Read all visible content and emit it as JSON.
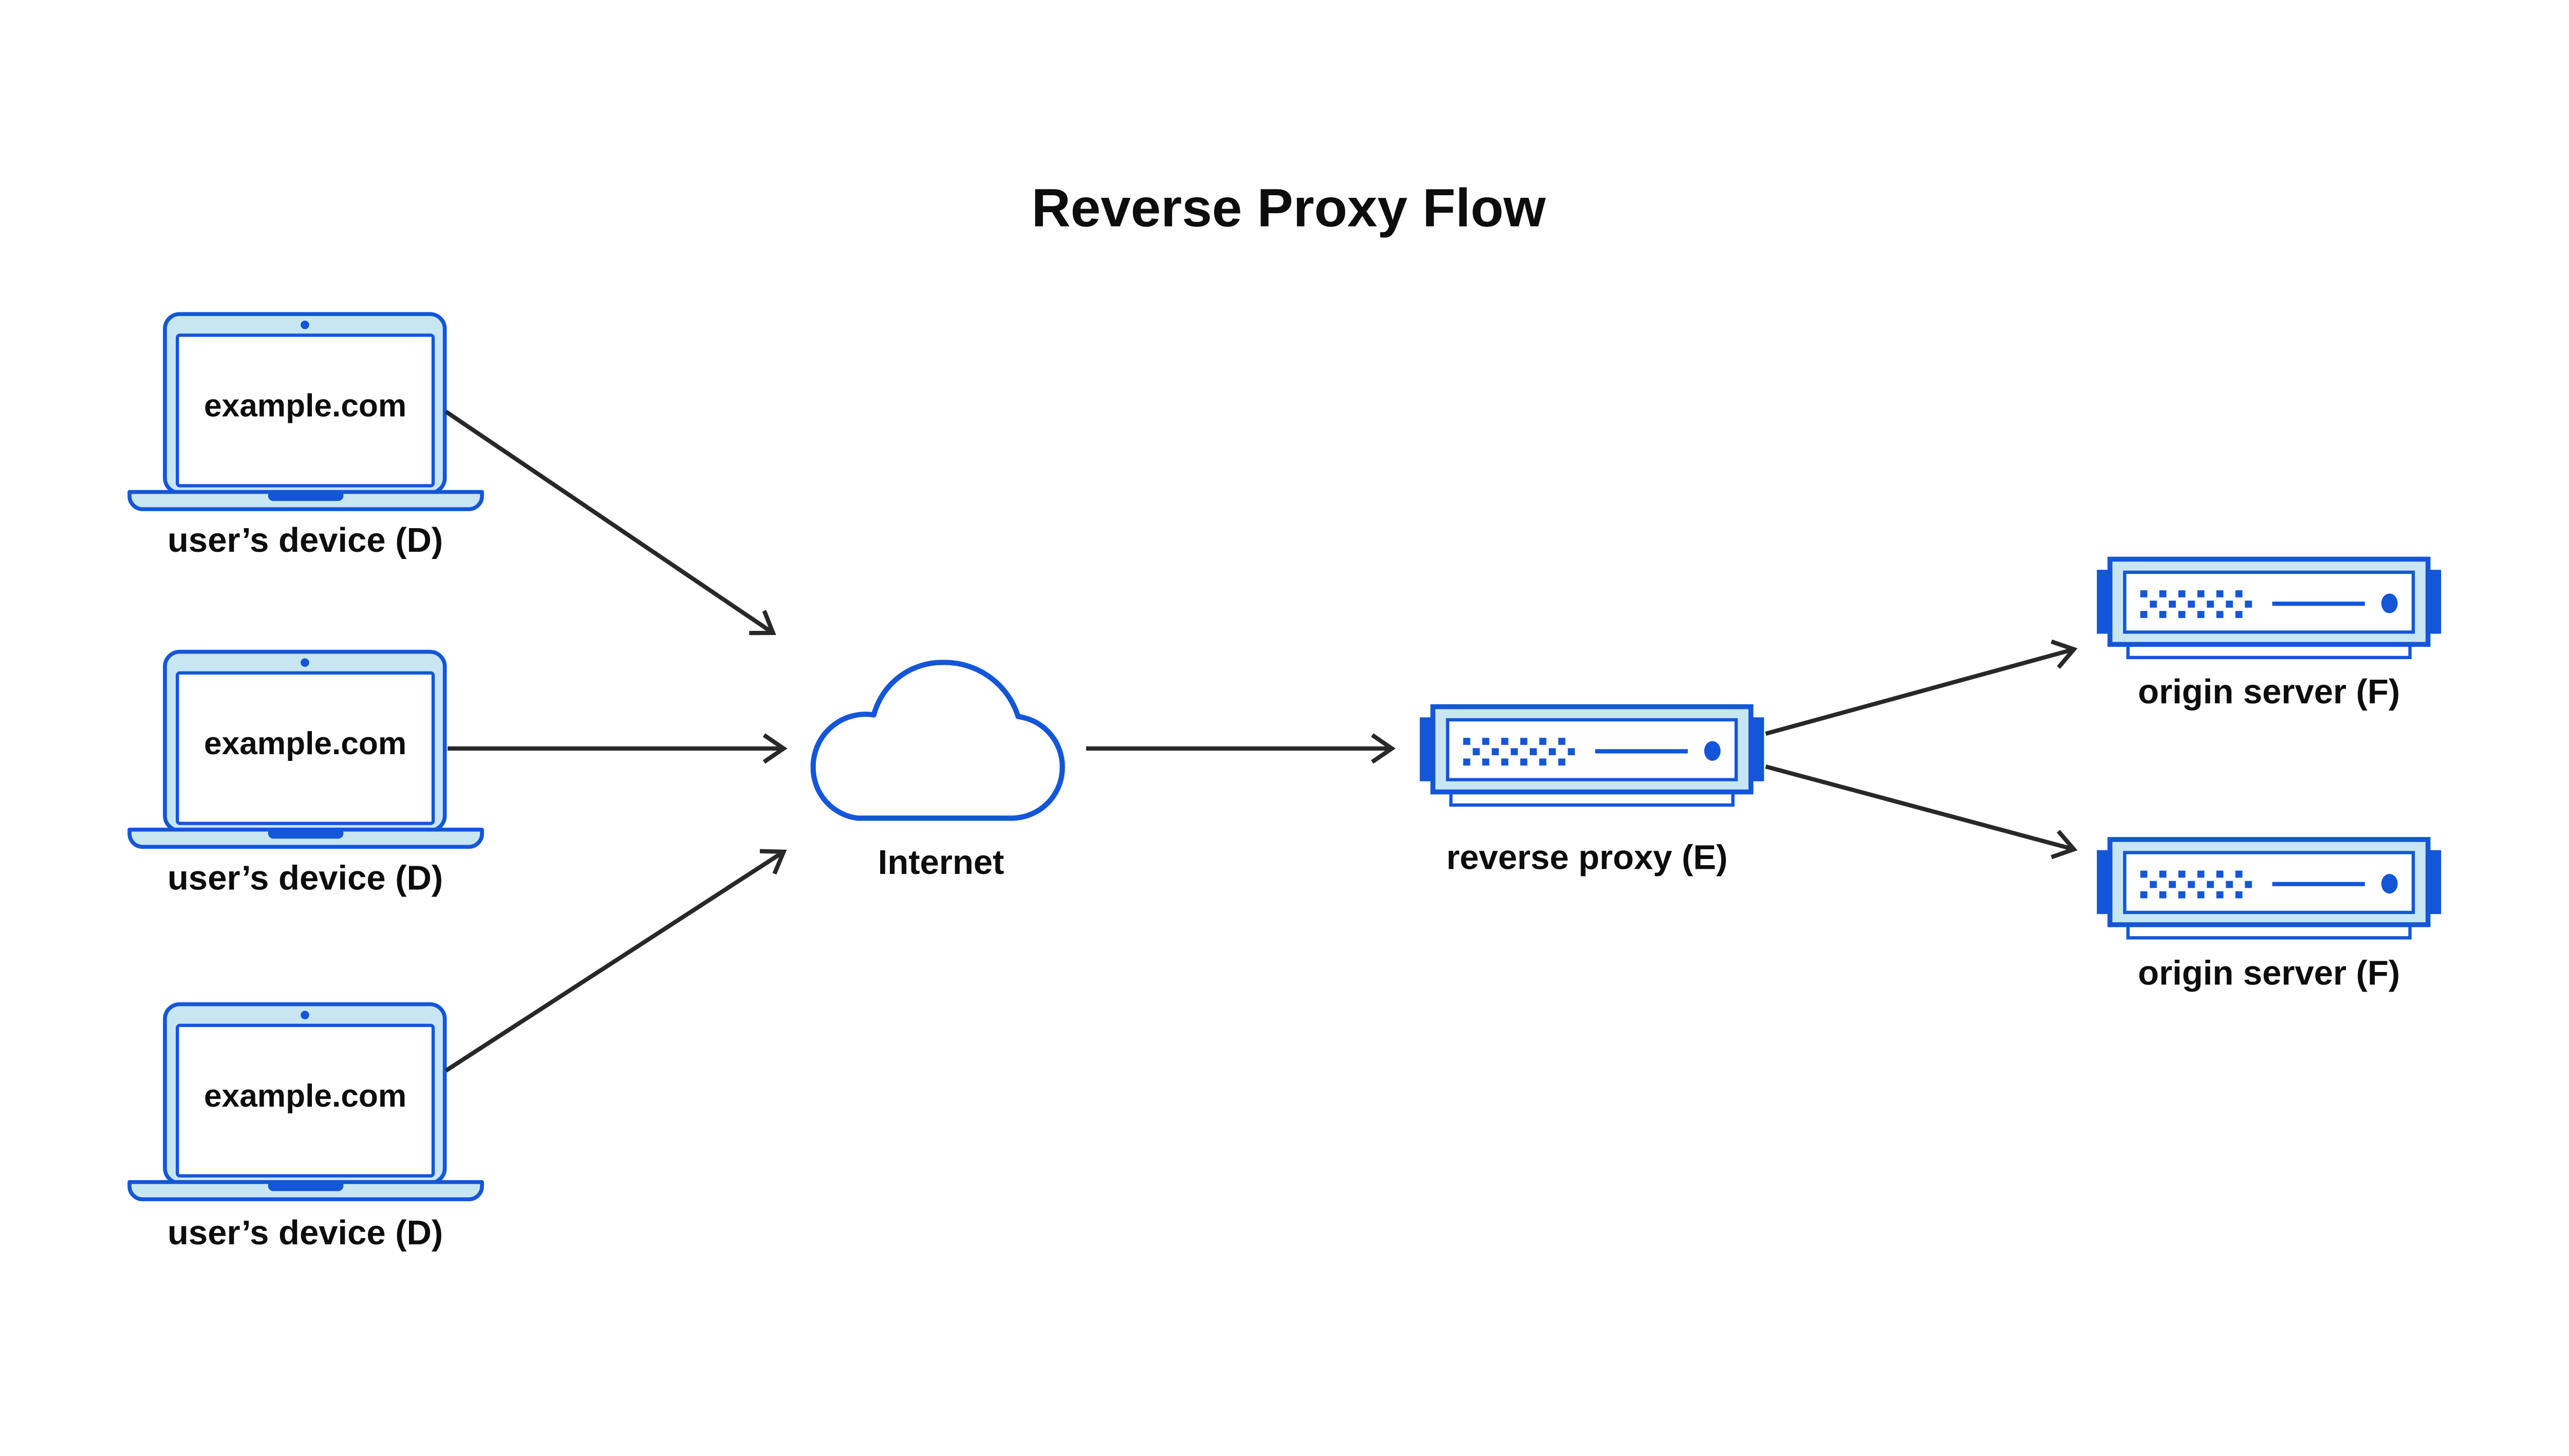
{
  "title": "Reverse Proxy Flow",
  "nodes": {
    "devices": [
      {
        "screen_text": "example.com",
        "label": "user’s device (D)"
      },
      {
        "screen_text": "example.com",
        "label": "user’s device (D)"
      },
      {
        "screen_text": "example.com",
        "label": "user’s device (D)"
      }
    ],
    "internet": {
      "label": "Internet"
    },
    "reverse_proxy": {
      "label": "reverse proxy (E)"
    },
    "origin_servers": [
      {
        "label": "origin server (F)"
      },
      {
        "label": "origin server (F)"
      }
    ]
  },
  "icons": {
    "laptop": "laptop-icon",
    "cloud": "cloud-icon",
    "server": "server-icon",
    "arrowhead": "arrowhead-icon"
  },
  "colors": {
    "blue": "#1456d8",
    "light_blue": "#c8e6f2",
    "arrow": "#282828",
    "text": "#0d0d0d",
    "background": "#ffffff"
  }
}
